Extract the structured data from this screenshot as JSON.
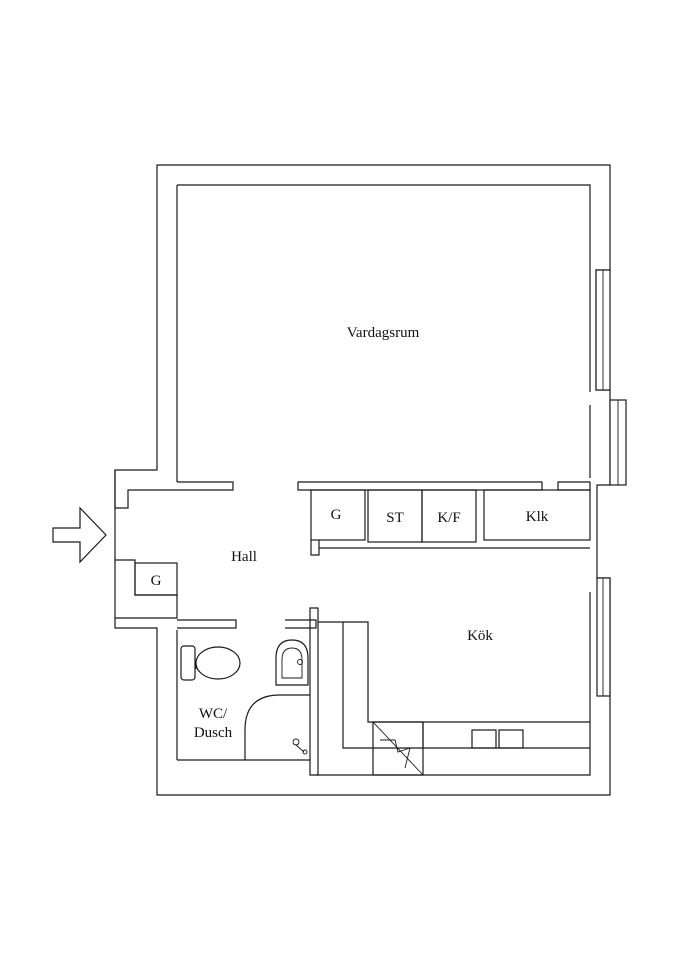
{
  "rooms": {
    "living": "Vardagsrum",
    "hall": "Hall",
    "kitchen": "Kök",
    "closet_hall_top": "G",
    "closet_hall_left": "G",
    "storage": "ST",
    "fridge_freezer": "K/F",
    "clothes": "Klk",
    "bath_line1": "WC/",
    "bath_line2": "Dusch"
  },
  "colors": {
    "stroke": "#1a1a1a",
    "background": "#ffffff"
  },
  "icons": [
    "entrance-arrow-icon",
    "toilet-icon",
    "sink-icon",
    "shower-icon",
    "stove-icon"
  ]
}
